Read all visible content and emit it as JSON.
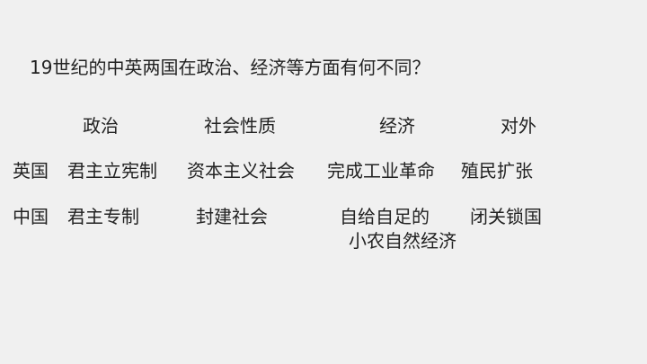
{
  "title": "19世纪的中英两国在政治、经济等方面有何不同？",
  "headers": [
    "政治",
    "社会性质",
    "经济",
    "对外"
  ],
  "rows": [
    {
      "country": "英国",
      "cells": [
        "君主立宪制",
        "资本主义社会",
        "完成工业革命",
        "殖民扩张"
      ]
    },
    {
      "country": "中国",
      "cells": [
        "君主专制",
        "封建社会",
        "自给自足的",
        "闭关锁国"
      ],
      "economy_line2": "小农自然经济"
    }
  ]
}
